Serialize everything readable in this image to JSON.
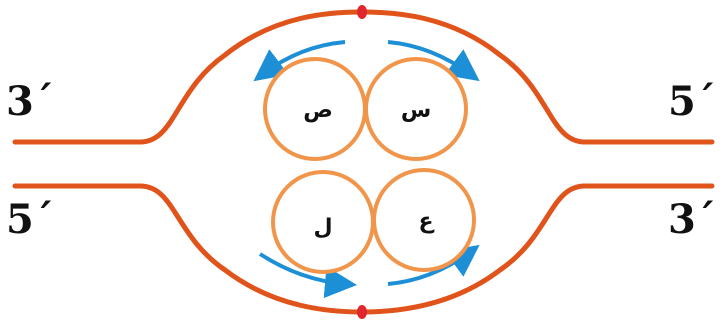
{
  "strand_ends": {
    "top_left": "3´",
    "top_right": "5´",
    "bottom_left": "5´",
    "bottom_right": "3´"
  },
  "circles": {
    "top_left": "ص",
    "top_right": "س",
    "bottom_left": "ل",
    "bottom_right": "ع"
  },
  "colors": {
    "strand": "#e0541b",
    "circle": "#f0954a",
    "arrow": "#1d8fd6",
    "origin_dot": "#e0262e"
  }
}
